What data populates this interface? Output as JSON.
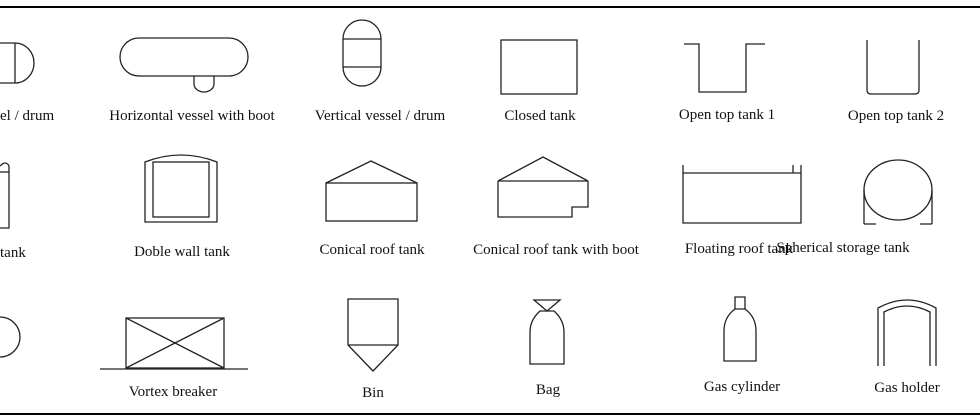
{
  "symbols": [
    {
      "name": "horizontal-vessel-drum",
      "label": "el / drum"
    },
    {
      "name": "horizontal-vessel-with-boot",
      "label": "Horizontal vessel with boot"
    },
    {
      "name": "vertical-vessel-drum",
      "label": "Vertical vessel / drum"
    },
    {
      "name": "closed-tank",
      "label": "Closed tank"
    },
    {
      "name": "open-top-tank-1",
      "label": "Open top tank 1"
    },
    {
      "name": "open-top-tank-2",
      "label": "Open top tank 2"
    },
    {
      "name": "tank",
      "label": "tank"
    },
    {
      "name": "double-wall-tank",
      "label": "Doble wall tank"
    },
    {
      "name": "conical-roof-tank",
      "label": "Conical roof tank"
    },
    {
      "name": "conical-roof-tank-with-boot",
      "label": "Conical roof tank with boot"
    },
    {
      "name": "floating-roof-tank",
      "label": "Floating roof tank"
    },
    {
      "name": "spherical-storage-tank",
      "label": "Spherical  storage tank"
    },
    {
      "name": "partial-vessel",
      "label": ""
    },
    {
      "name": "vortex-breaker",
      "label": "Vortex breaker"
    },
    {
      "name": "bin",
      "label": "Bin"
    },
    {
      "name": "bag",
      "label": "Bag"
    },
    {
      "name": "gas-cylinder",
      "label": "Gas cylinder"
    },
    {
      "name": "gas-holder",
      "label": "Gas holder"
    }
  ]
}
